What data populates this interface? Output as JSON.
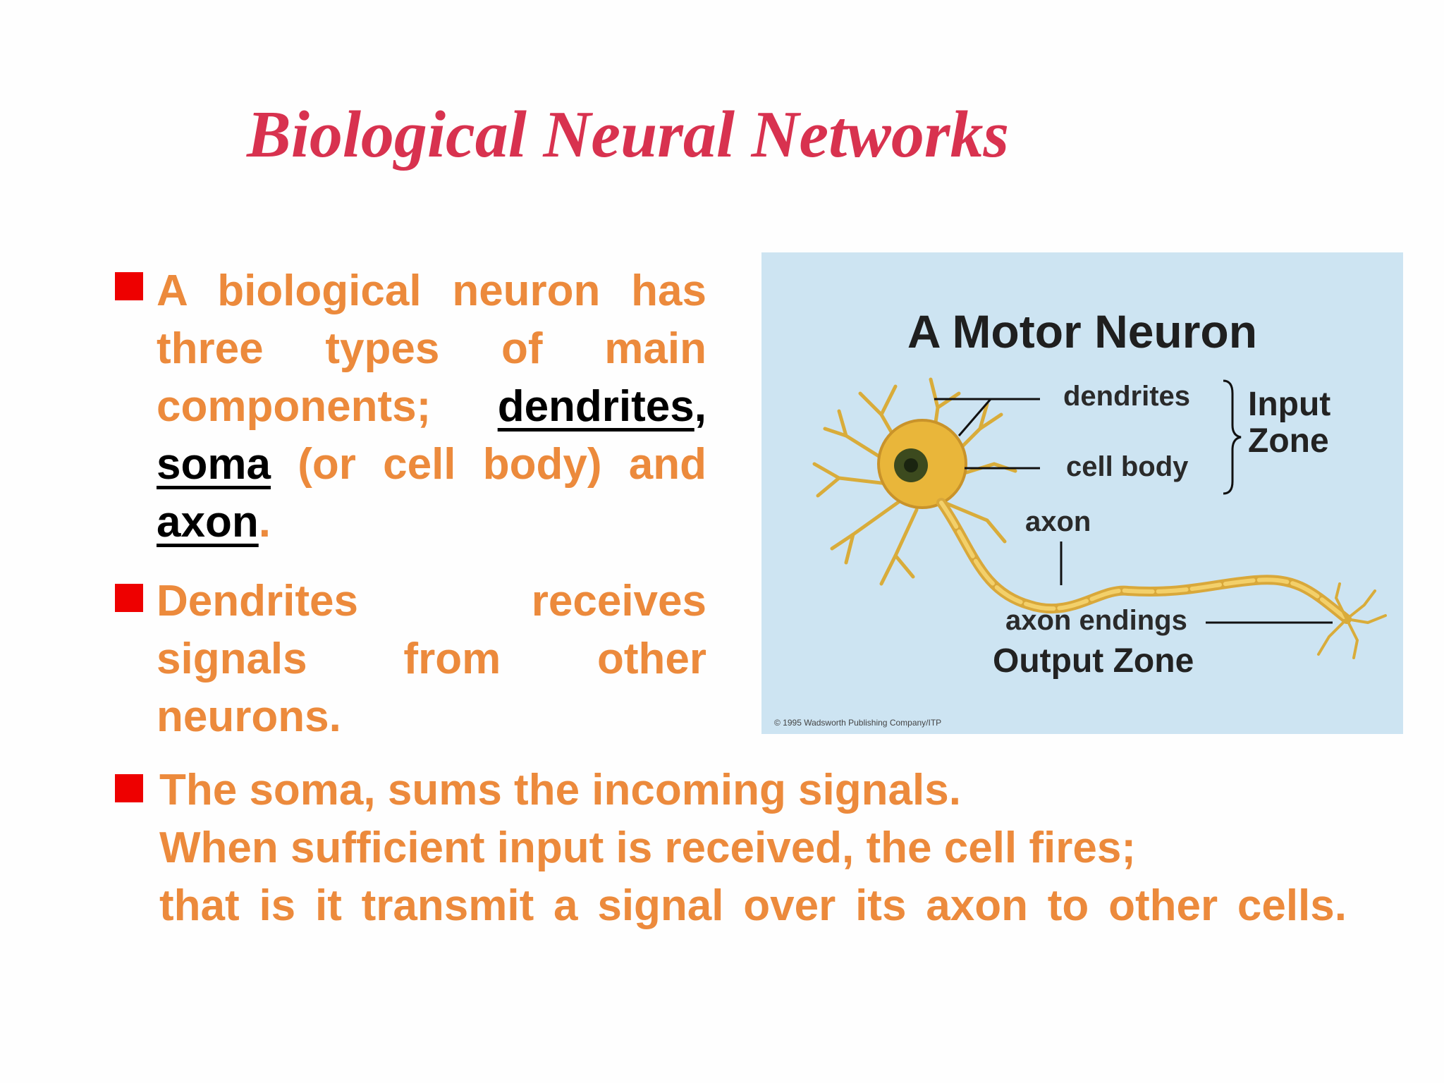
{
  "slide": {
    "title": "Biological Neural Networks",
    "bullets": [
      {
        "t1": "A biological neuron has three types of main components;",
        "k1": "dendrites",
        "t2": ",",
        "k2": "soma",
        "t3": "(or cell body) and",
        "k3": "axon",
        "t4": "."
      },
      {
        "text": "Dendrites receives signals from other neurons."
      },
      {
        "line1": "The soma, sums the incoming signals.",
        "line2": "When sufficient input is received, the cell fires;",
        "line3": "that is it transmit a signal over its axon to other cells."
      }
    ],
    "colors": {
      "title": "#d8324f",
      "body_text": "#ec8a3c",
      "bullet": "#ee0000",
      "keyword": "#000000",
      "figure_background": "#cde4f2"
    }
  },
  "figure": {
    "title": "A Motor Neuron",
    "labels": {
      "dendrites": "dendrites",
      "cell_body": "cell body",
      "axon": "axon",
      "axon_endings": "axon endings"
    },
    "input_zone": "Input Zone",
    "output_zone": "Output Zone",
    "copyright": "© 1995 Wadsworth Publishing Company/ITP"
  }
}
